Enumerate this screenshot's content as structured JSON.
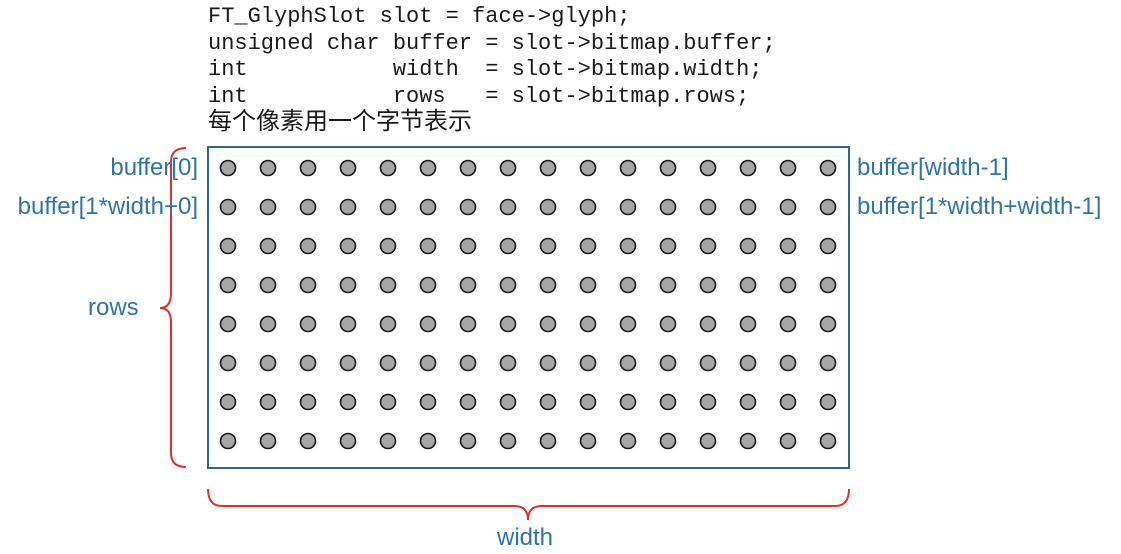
{
  "code_lines": [
    "FT_GlyphSlot slot = face->glyph;",
    "unsigned char buffer = slot->bitmap.buffer;",
    "int           width  = slot->bitmap.width;",
    "int           rows   = slot->bitmap.rows;"
  ],
  "caption": "每个像素用一个字节表示",
  "labels": {
    "top_left": "buffer[0]",
    "second_left": "buffer[1*width+0]",
    "top_right": "buffer[width-1]",
    "second_right": "buffer[1*width+width-1]",
    "rows": "rows",
    "width": "width"
  },
  "grid": {
    "columns": 16,
    "rows": 8
  },
  "colors": {
    "label": "#2f73ad",
    "frame": "#2f6590",
    "brace": "#e03030",
    "pixel_fill": "#a6a6a6",
    "pixel_stroke": "#1a1a1a",
    "text": "#1a1a1a"
  }
}
